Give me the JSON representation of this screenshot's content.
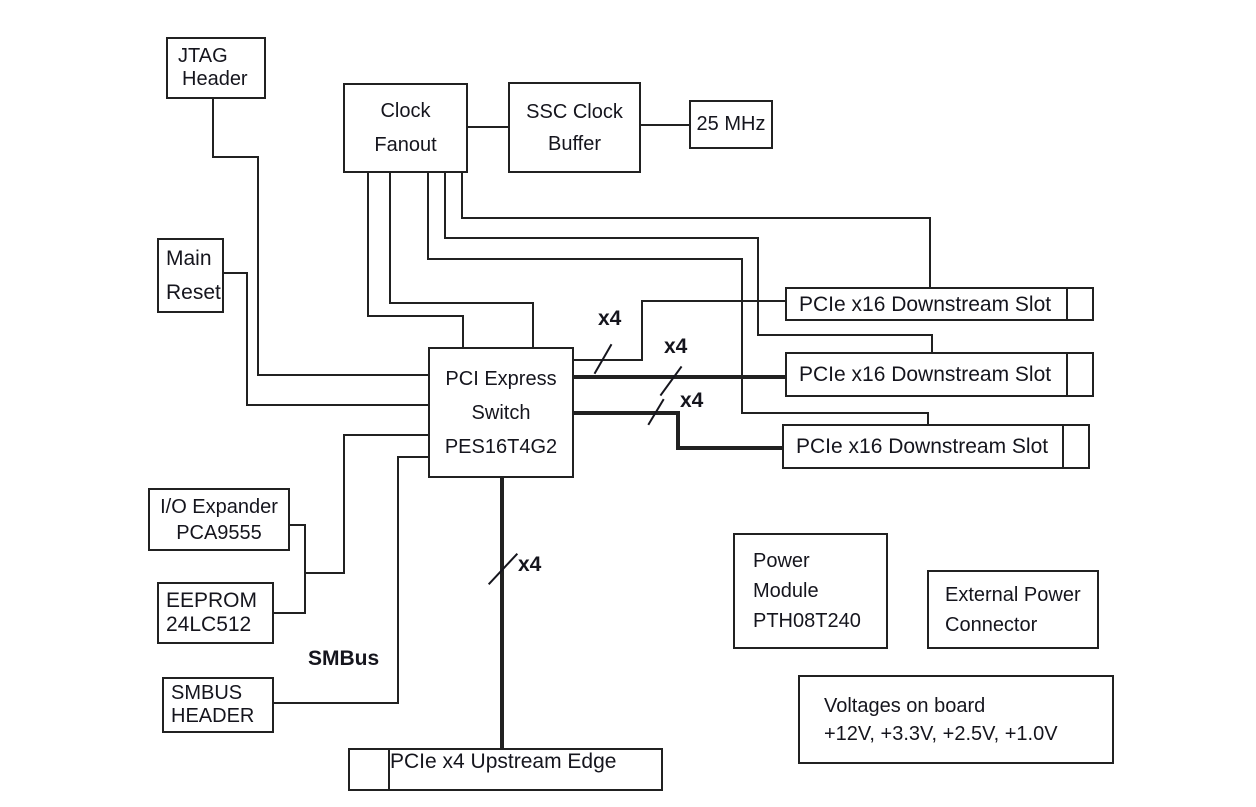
{
  "colors": {
    "background": "#ffffff",
    "line": "#212121",
    "text": "#15151d"
  },
  "boxes": {
    "jtag_header": {
      "lines": [
        "JTAG",
        "Header"
      ]
    },
    "clock_fanout": {
      "lines": [
        "Clock",
        "Fanout"
      ]
    },
    "ssc_clock_buffer": {
      "lines": [
        "SSC Clock",
        "Buffer"
      ]
    },
    "freq_25mhz": {
      "lines": [
        "25 MHz"
      ]
    },
    "main_reset": {
      "lines": [
        "Main",
        "Reset"
      ]
    },
    "pcie_switch": {
      "lines": [
        "PCI Express",
        "Switch",
        "PES16T4G2"
      ]
    },
    "io_expander": {
      "lines": [
        "I/O Expander",
        "PCA9555"
      ]
    },
    "eeprom": {
      "lines": [
        "EEPROM",
        "24LC512"
      ]
    },
    "smbus_header": {
      "lines": [
        "SMBUS",
        "HEADER"
      ]
    },
    "slot1": {
      "label": "PCIe x16 Downstream Slot"
    },
    "slot2": {
      "label": "PCIe x16 Downstream Slot"
    },
    "slot3": {
      "label": "PCIe x16 Downstream Slot"
    },
    "upstream_edge": {
      "label": "PCIe x4 Upstream Edge"
    },
    "power_module": {
      "lines": [
        "Power",
        "Module",
        "PTH08T240"
      ]
    },
    "external_power": {
      "lines": [
        "External Power",
        "Connector"
      ]
    },
    "voltages": {
      "lines": [
        "Voltages on board",
        "+12V, +3.3V, +2.5V, +1.0V"
      ]
    }
  },
  "labels": {
    "smbus": "SMBus",
    "x4_1": "x4",
    "x4_2": "x4",
    "x4_3": "x4",
    "x4_4": "x4"
  }
}
